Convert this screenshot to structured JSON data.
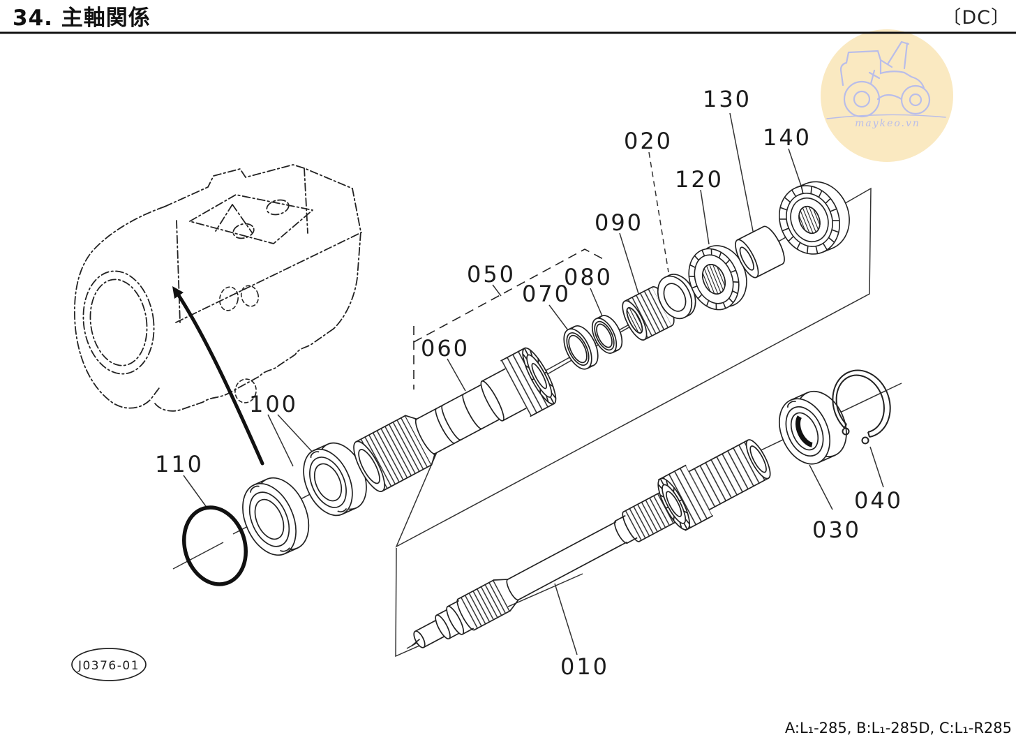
{
  "header": {
    "title": "34. 主軸関係",
    "tag": "〔DC〕"
  },
  "labels": {
    "p010": "010",
    "p020": "020",
    "p030": "030",
    "p040": "040",
    "p050": "050",
    "p060": "060",
    "p070": "070",
    "p080": "080",
    "p090": "090",
    "p100": "100",
    "p110": "110",
    "p120": "120",
    "p130": "130",
    "p140": "140"
  },
  "stamp": {
    "text": "J0376-01"
  },
  "watermark": {
    "site": "maykeo.vn",
    "fill": "#fae9c1",
    "line": "#b9bde9"
  },
  "footer": {
    "applicability": "A:L₁-285, B:L₁-285D, C:L₁-R285"
  },
  "colors": {
    "ink": "#1f1f1f"
  }
}
